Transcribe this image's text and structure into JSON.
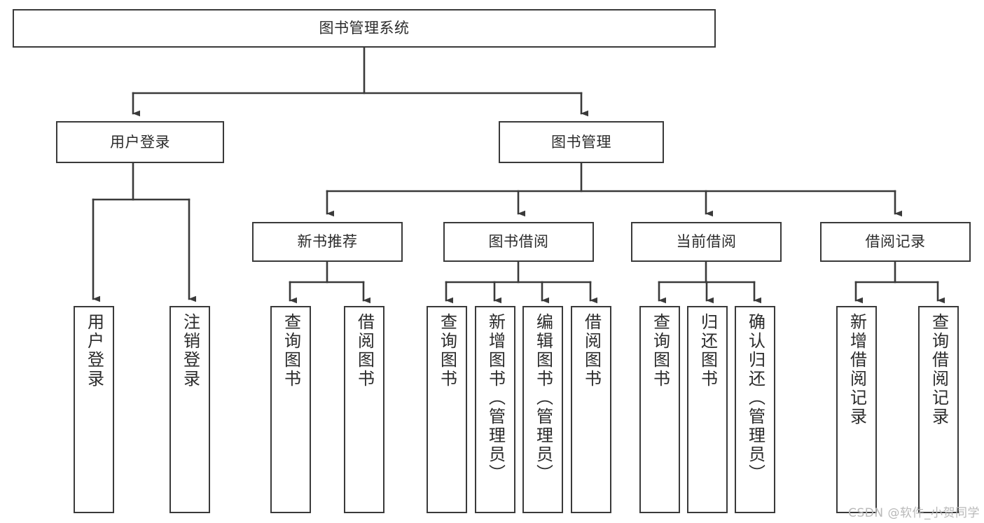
{
  "diagram": {
    "title": "图书管理系统",
    "watermark": "CSDN @软件_小贺同学",
    "colors": {
      "stroke": "#3a3a3a",
      "text": "#2b2b2b",
      "background": "#ffffff",
      "watermark": "#b9b9b9"
    },
    "nodes": {
      "root": {
        "label": "图书管理系统"
      },
      "level2": [
        {
          "id": "user-login",
          "label": "用户登录"
        },
        {
          "id": "book-management",
          "label": "图书管理"
        }
      ],
      "level3": [
        {
          "id": "new-book-recommend",
          "label": "新书推荐"
        },
        {
          "id": "book-borrow",
          "label": "图书借阅"
        },
        {
          "id": "current-borrow",
          "label": "当前借阅"
        },
        {
          "id": "borrow-record",
          "label": "借阅记录"
        }
      ],
      "leaves": [
        {
          "id": "leaf-user-login",
          "label": "用户登录",
          "parent": "user-login"
        },
        {
          "id": "leaf-logout-login",
          "label": "注销登录",
          "parent": "user-login"
        },
        {
          "id": "leaf-query-book-1",
          "label": "查询图书",
          "parent": "new-book-recommend"
        },
        {
          "id": "leaf-borrow-book-1",
          "label": "借阅图书",
          "parent": "new-book-recommend"
        },
        {
          "id": "leaf-query-book-2",
          "label": "查询图书",
          "parent": "book-borrow"
        },
        {
          "id": "leaf-add-book",
          "label": "新增图书（管理员）",
          "parent": "book-borrow"
        },
        {
          "id": "leaf-edit-book",
          "label": "编辑图书（管理员）",
          "parent": "book-borrow"
        },
        {
          "id": "leaf-borrow-book-2",
          "label": "借阅图书",
          "parent": "book-borrow"
        },
        {
          "id": "leaf-query-book-3",
          "label": "查询图书",
          "parent": "current-borrow"
        },
        {
          "id": "leaf-return-book",
          "label": "归还图书",
          "parent": "current-borrow"
        },
        {
          "id": "leaf-confirm-return",
          "label": "确认归还（管理员）",
          "parent": "current-borrow"
        },
        {
          "id": "leaf-add-record",
          "label": "新增借阅记录",
          "parent": "borrow-record"
        },
        {
          "id": "leaf-query-record",
          "label": "查询借阅记录",
          "parent": "borrow-record"
        }
      ]
    }
  }
}
